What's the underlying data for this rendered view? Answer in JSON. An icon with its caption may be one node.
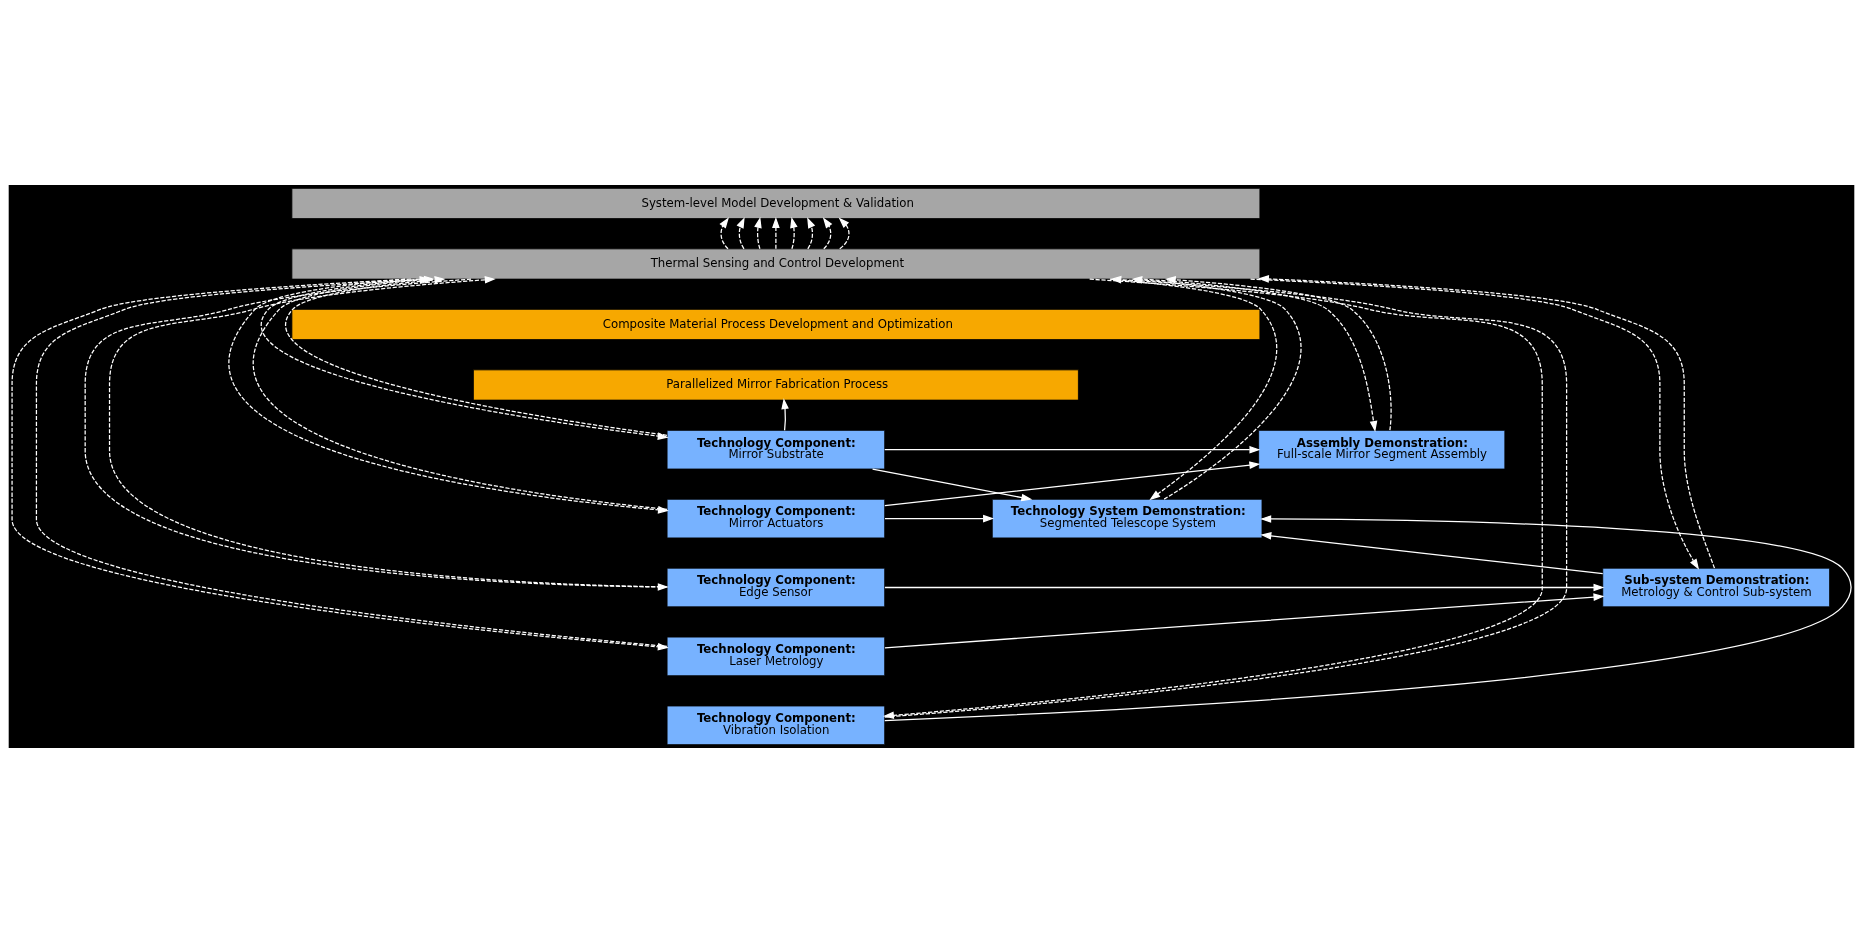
{
  "diagram": {
    "nodes": [
      {
        "text": [
          "System-level Model Development & Validation"
        ]
      },
      {
        "text": [
          "Thermal Sensing and Control Development"
        ]
      },
      {
        "text": [
          "Composite Material Process Development and Optimization"
        ]
      },
      {
        "text": [
          "Parallelized Mirror Fabrication Process"
        ]
      },
      {
        "text": [
          "Technology Component:",
          "Mirror Substrate"
        ]
      },
      {
        "text": [
          "Assembly Demonstration:",
          "Full-scale Mirror Segment Assembly"
        ]
      },
      {
        "text": [
          "Technology Component:",
          "Mirror Actuators"
        ]
      },
      {
        "text": [
          "Technology System Demonstration:",
          "Segmented Telescope System"
        ]
      },
      {
        "text": [
          "Technology Component:",
          "Edge Sensor"
        ]
      },
      {
        "text": [
          "Sub-system Demonstration:",
          "Metrology & Control Sub-system"
        ]
      },
      {
        "text": [
          "Technology Component:",
          "Laser Metrology"
        ]
      },
      {
        "text": [
          "Technology Component:",
          "Vibration Isolation"
        ]
      }
    ],
    "edges": [
      {
        "from": 1,
        "to": 0,
        "arrow": "to",
        "style": "dashed"
      },
      {
        "from": 1,
        "to": 0,
        "arrow": "to",
        "style": "dashed"
      },
      {
        "from": 1,
        "to": 0,
        "arrow": "to",
        "style": "dashed"
      },
      {
        "from": 1,
        "to": 0,
        "arrow": "to",
        "style": "dashed"
      },
      {
        "from": 1,
        "to": 0,
        "arrow": "to",
        "style": "dashed"
      },
      {
        "from": 1,
        "to": 0,
        "arrow": "to",
        "style": "dashed"
      },
      {
        "from": 1,
        "to": 0,
        "arrow": "to",
        "style": "dashed"
      },
      {
        "from": 1,
        "to": 0,
        "arrow": "to",
        "style": "dashed"
      },
      {
        "from": 1,
        "to": 4,
        "arrow": "to",
        "style": "dashed"
      },
      {
        "from": 4,
        "to": 1,
        "arrow": "to",
        "style": "dashed"
      },
      {
        "from": 1,
        "to": 6,
        "arrow": "to",
        "style": "dashed"
      },
      {
        "from": 6,
        "to": 1,
        "arrow": "to",
        "style": "dashed"
      },
      {
        "from": 1,
        "to": 8,
        "arrow": "to",
        "style": "dashed"
      },
      {
        "from": 8,
        "to": 1,
        "arrow": "to",
        "style": "dashed"
      },
      {
        "from": 1,
        "to": 10,
        "arrow": "to",
        "style": "dashed"
      },
      {
        "from": 10,
        "to": 1,
        "arrow": "to",
        "style": "dashed"
      },
      {
        "from": 1,
        "to": 11,
        "arrow": "to",
        "style": "dashed"
      },
      {
        "from": 11,
        "to": 1,
        "arrow": "to",
        "style": "dashed"
      },
      {
        "from": 1,
        "to": 5,
        "arrow": "to",
        "style": "dashed"
      },
      {
        "from": 5,
        "to": 1,
        "arrow": "to",
        "style": "dashed"
      },
      {
        "from": 1,
        "to": 9,
        "arrow": "to",
        "style": "dashed"
      },
      {
        "from": 9,
        "to": 1,
        "arrow": "to",
        "style": "dashed"
      },
      {
        "from": 1,
        "to": 7,
        "arrow": "to",
        "style": "dashed"
      },
      {
        "from": 7,
        "to": 1,
        "arrow": "to",
        "style": "dashed"
      },
      {
        "from": 4,
        "to": 3,
        "arrow": "to"
      },
      {
        "from": 4,
        "to": 5,
        "arrow": "to"
      },
      {
        "from": 6,
        "to": 5,
        "arrow": "to"
      },
      {
        "from": 4,
        "to": 7,
        "arrow": "to"
      },
      {
        "from": 6,
        "to": 7,
        "arrow": "to"
      },
      {
        "from": 8,
        "to": 9,
        "arrow": "to"
      },
      {
        "from": 10,
        "to": 9,
        "arrow": "to"
      },
      {
        "from": 9,
        "to": 7,
        "arrow": "to"
      },
      {
        "from": 11,
        "to": 7,
        "arrow": "to"
      }
    ]
  }
}
